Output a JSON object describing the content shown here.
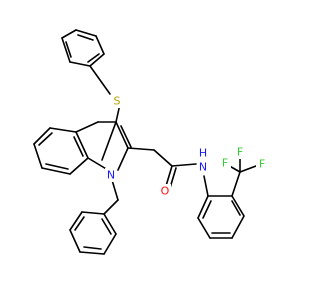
{
  "structure_name": "",
  "colors": {
    "bond": "#000000",
    "sulfur": "#b8a000",
    "nitrogen": "#1a1aff",
    "oxygen": "#ff0d0d",
    "fluorine": "#33cc33",
    "background": "#ffffff"
  },
  "atoms": {
    "sulfur": "S",
    "nitrogen_ring": "N",
    "nitrogen_amide": "N",
    "hydrogen_amide": "H",
    "oxygen": "O",
    "fluorine_1": "F",
    "fluorine_2": "F",
    "fluorine_3": "F"
  }
}
